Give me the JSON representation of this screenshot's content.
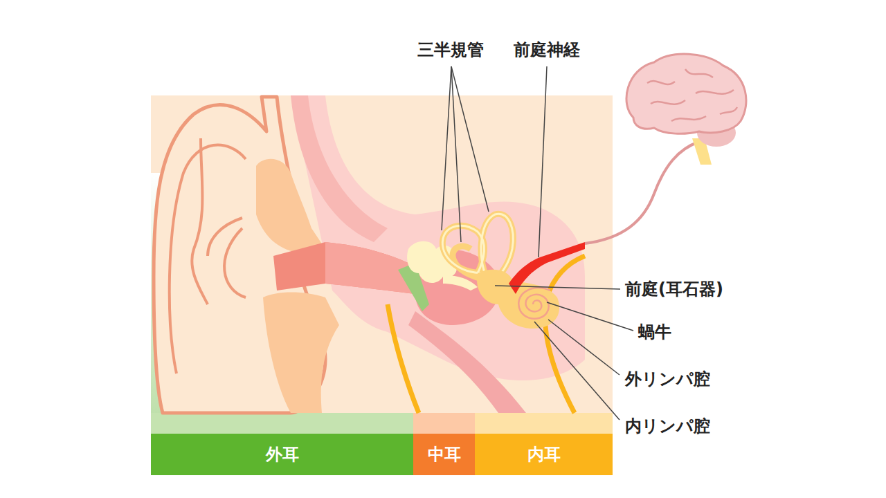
{
  "diagram": {
    "nodes": [
      {
        "text": [
          "外耳"
        ]
      },
      {
        "text": [
          "中耳"
        ]
      },
      {
        "text": [
          "内耳"
        ]
      }
    ],
    "labels": [
      "三半規管",
      "前庭神経",
      "前庭(耳石器)",
      "蝸牛",
      "外リンパ腔",
      "内リンパ腔"
    ]
  }
}
